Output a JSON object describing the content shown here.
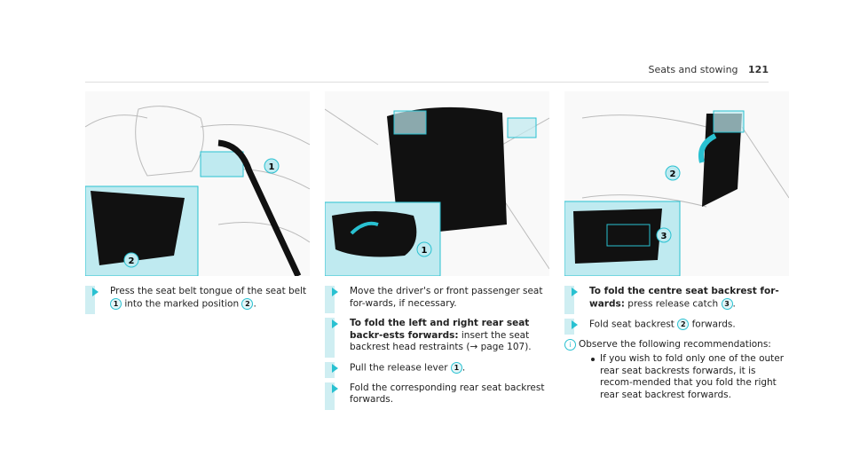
{
  "header": {
    "section": "Seats and stowing",
    "page": "121"
  },
  "figures": {
    "left": {
      "callouts": [
        "1",
        "2"
      ]
    },
    "middle": {
      "callouts": [
        "1"
      ]
    },
    "right": {
      "callouts": [
        "2",
        "3"
      ]
    }
  },
  "col1": {
    "s1_a": "Press the seat belt tongue of the seat belt",
    "s1_num1": "1",
    "s1_b": "into the marked position",
    "s1_num2": "2",
    "s1_c": "."
  },
  "col2": {
    "s1": "Move the driver's or front passenger seat for-wards, if necessary.",
    "s2_bold": "To fold the left and right rear seat backr-ests forwards:",
    "s2_text": "insert the seat backrest head restraints (→ page 107).",
    "s3_a": "Pull the release lever",
    "s3_num": "1",
    "s3_b": ".",
    "s4": "Fold the corresponding rear seat backrest forwards."
  },
  "col3": {
    "s1_bold": "To fold the centre seat backrest for-wards:",
    "s1_a": "press release catch",
    "s1_num": "3",
    "s1_b": ".",
    "s2_a": "Fold seat backrest",
    "s2_num": "2",
    "s2_b": "forwards.",
    "note": "Observe the following recommendations:",
    "bullet": "If you wish to fold only one of the outer rear seat backrests forwards, it is recom-mended that you fold the right rear seat backrest forwards."
  },
  "colors": {
    "accent": "#29c1d1",
    "highlight": "#bfeaf0",
    "seat": "#111111"
  }
}
